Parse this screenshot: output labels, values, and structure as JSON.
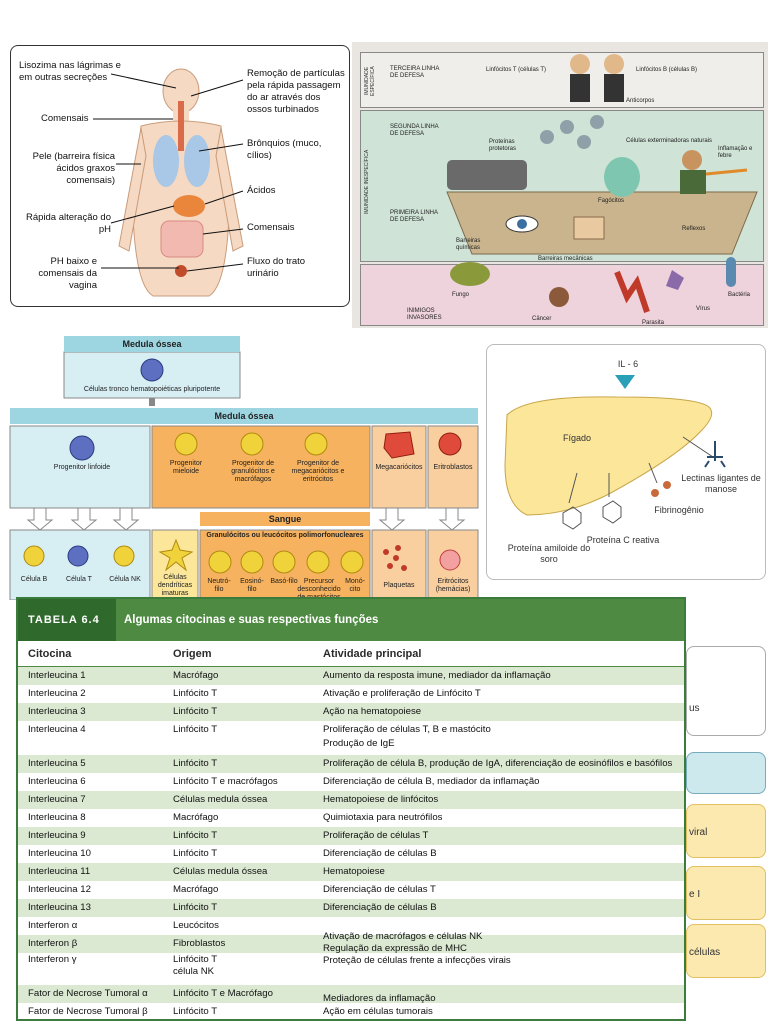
{
  "panel_body": {
    "labels": {
      "lysozyme": "Lisozima nas lágrimas e em outras secreções",
      "commensals_left": "Comensais",
      "skin": "Pele (barreira física ácidos graxos comensais)",
      "ph_change": "Rápida alteração do pH",
      "vagina": "PH baixo e comensais da vagina",
      "particles": "Remoção de partículas pela rápida passagem do ar através dos ossos turbinados",
      "bronchi": "Brônquios (muco, cílios)",
      "acids": "Ácidos",
      "commensals_right": "Comensais",
      "urinary": "Fluxo do trato urinário"
    }
  },
  "panel_defense": {
    "bands": {
      "third_line": "TERCEIRA LINHA DE DEFESA",
      "second_line": "SEGUNDA LINHA DE DEFESA",
      "first_line": "PRIMEIRA LINHA DE DEFESA",
      "invaders": "INIMIGOS INVASORES"
    },
    "side_labels": {
      "specific": "IMUNIDADE ESPECÍFICA",
      "nonspecific": "IMUNIDADE INESPECÍFICA"
    },
    "items": {
      "t_cells": "Linfócitos T (células T)",
      "b_cells": "Linfócitos B (células B)",
      "antibodies": "Anticorpos",
      "proteins": "Proteínas protetoras",
      "nk": "Células exterminadoras naturais",
      "inflammation": "Inflamação e febre",
      "phagocytes": "Fagócitos",
      "chemical": "Barreiras químicas",
      "mechanical": "Barreiras mecânicas",
      "reflexes": "Reflexos",
      "fungus": "Fungo",
      "cancer": "Câncer",
      "parasite": "Parasita",
      "virus": "Vírus",
      "bacteria": "Bactéria"
    }
  },
  "panel_hemato": {
    "top_header": "Medula óssea",
    "stem_cell": "Células tronco hematopoiéticas pluripotente",
    "mid_header": "Medula óssea",
    "lymphoid": "Progenitor linfoide",
    "myeloid": "Progenitor mieloide",
    "granulo_macro": "Progenitor de granulócitos e macrófagos",
    "mega_ery": "Progenitor de megacariócitos e eritrócitos",
    "megakaryocytes": "Megacariócitos",
    "erythroblasts": "Eritroblastos",
    "blood_header": "Sangue",
    "b_cell": "Célula B",
    "t_cell": "Célula T",
    "nk_cell": "Célula NK",
    "dendritic": "Células dendríticas imaturas",
    "granulocytes": "Granulócitos ou leucócitos polimorfonucleares",
    "neutro": "Neutró-filo",
    "eosino": "Eosinó-filo",
    "baso": "Basó-filo",
    "precursor": "Precursor desconhecido de mastócitos",
    "mono": "Monó-cito",
    "platelets": "Plaquetas",
    "erythrocytes": "Eritrócitos (hemácias)"
  },
  "panel_liver": {
    "il6": "IL - 6",
    "liver": "Fígado",
    "lectins": "Lectinas ligantes de manose",
    "fibrinogen": "Fibrinogênio",
    "amyloid": "Proteína amiloide do soro",
    "crp": "Proteína C reativa"
  },
  "side_cards": {
    "card1": "us",
    "card2": "viral",
    "card3": "e I",
    "card4": "células"
  },
  "table": {
    "tag": "TABELA 6.4",
    "caption": "Algumas citocinas e suas respectivas funções",
    "headers": [
      "Citocina",
      "Origem",
      "Atividade principal"
    ],
    "rows": [
      {
        "cytokine": "Interleucina 1",
        "origin": "Macrófago",
        "activity": "Aumento da resposta imune, mediador da inflamação"
      },
      {
        "cytokine": "Interleucina 2",
        "origin": "Linfócito T",
        "activity": "Ativação e proliferação de Linfócito T"
      },
      {
        "cytokine": "Interleucina 3",
        "origin": "Linfócito T",
        "activity": "Ação na hematopoiese"
      },
      {
        "cytokine": "Interleucina 4",
        "origin": "Linfócito T",
        "activity": "Proliferação de células T, B e mastócito",
        "activity2": "Produção de IgE"
      },
      {
        "cytokine": "Interleucina 5",
        "origin": "Linfócito T",
        "activity": "Proliferação de célula B, produção de IgA, diferenciação de eosinófilos e basófilos"
      },
      {
        "cytokine": "Interleucina 6",
        "origin": "Linfócito T e macrófagos",
        "activity": "Diferenciação de célula B, mediador da inflamação"
      },
      {
        "cytokine": "Interleucina 7",
        "origin": "Células medula óssea",
        "activity": "Hematopoiese de linfócitos"
      },
      {
        "cytokine": "Interleucina 8",
        "origin": "Macrófago",
        "activity": "Quimiotaxia para neutrófilos"
      },
      {
        "cytokine": "Interleucina 9",
        "origin": "Linfócito T",
        "activity": "Proliferação de células T"
      },
      {
        "cytokine": "Interleucina 10",
        "origin": "Linfócito T",
        "activity": "Diferenciação de células B"
      },
      {
        "cytokine": "Interleucina 11",
        "origin": "Células medula óssea",
        "activity": "Hematopoiese"
      },
      {
        "cytokine": "Interleucina 12",
        "origin": "Macrófago",
        "activity": "Diferenciação de células T"
      },
      {
        "cytokine": "Interleucina 13",
        "origin": "Linfócito T",
        "activity": "Diferenciação de células B"
      }
    ],
    "ifn_alpha": {
      "cytokine": "Interferon α",
      "origin": "Leucócitos"
    },
    "ifn_beta": {
      "cytokine": "Interferon β",
      "origin": "Fibroblastos"
    },
    "ifn_gamma": {
      "cytokine": "Interferon γ",
      "origin": "Linfócito T",
      "origin2": "célula NK"
    },
    "ifn_activity1": "Ativação de macrófagos e células NK",
    "ifn_activity2": "Regulação da expressão de MHC",
    "ifn_activity3": "Proteção de células frente a infecções virais",
    "tnf_alpha": {
      "cytokine": "Fator de Necrose Tumoral α",
      "origin": "Linfócito T e Macrófago",
      "activity": "Mediadores da inflamação"
    },
    "tnf_beta": {
      "cytokine": "Fator de Necrose Tumoral β",
      "origin": "Linfócito T",
      "activity": "Ação em células tumorais"
    }
  },
  "colors": {
    "table_green": "#4e8a41",
    "row_shade": "#dbe9d2",
    "marrow_blue": "#9dd6e1",
    "orange": "#f6b25e",
    "liver_yellow": "#fbe69a"
  }
}
